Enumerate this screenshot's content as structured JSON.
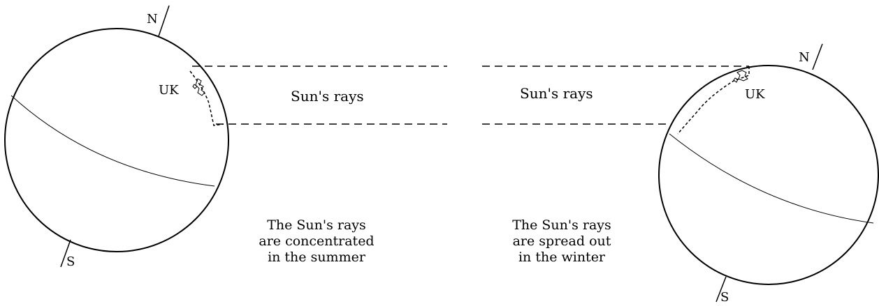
{
  "labels": {
    "north": "N",
    "south": "S",
    "uk": "UK",
    "rays": "Sun's rays"
  },
  "captions": {
    "summer": [
      "The Sun's rays",
      "are concentrated",
      "in the summer"
    ],
    "winter": [
      "The Sun's rays",
      "are spread out",
      "in the winter"
    ]
  },
  "colors": {
    "ink": "#000000",
    "background": "#ffffff"
  },
  "icons": {
    "uk_outline": "uk-map-icon"
  }
}
